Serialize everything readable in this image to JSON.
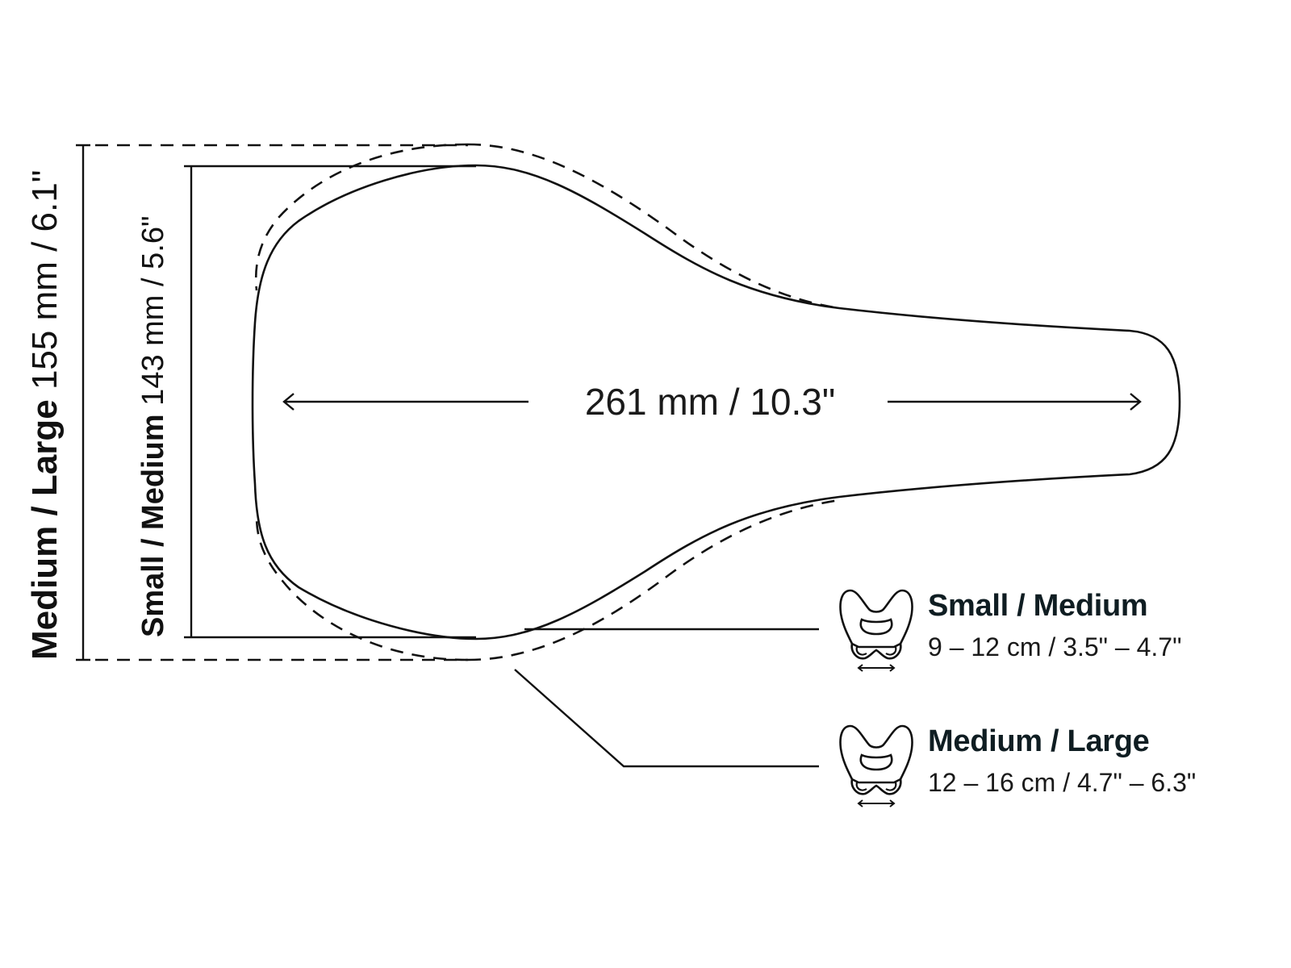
{
  "diagram": {
    "type": "saddle-dimension-diagram",
    "length": {
      "label": "261 mm / 10.3\""
    },
    "widths": [
      {
        "size": "Medium / Large",
        "value": " 155 mm / 6.1\"",
        "line_style": "dashed"
      },
      {
        "size": "Small / Medium",
        "value": " 143 mm / 5.6\"",
        "line_style": "solid"
      }
    ]
  },
  "legend": [
    {
      "title": "Small / Medium",
      "range": "9 – 12 cm / 3.5\" – 4.7\"",
      "icon": "pelvis-sit-bone-icon",
      "outline": "solid"
    },
    {
      "title": "Medium / Large",
      "range": "12 – 16 cm / 4.7\" – 6.3\"",
      "icon": "pelvis-sit-bone-icon",
      "outline": "dashed"
    }
  ],
  "colors": {
    "line": "#111111",
    "background": "#ffffff",
    "heading": "#0f1d22"
  }
}
